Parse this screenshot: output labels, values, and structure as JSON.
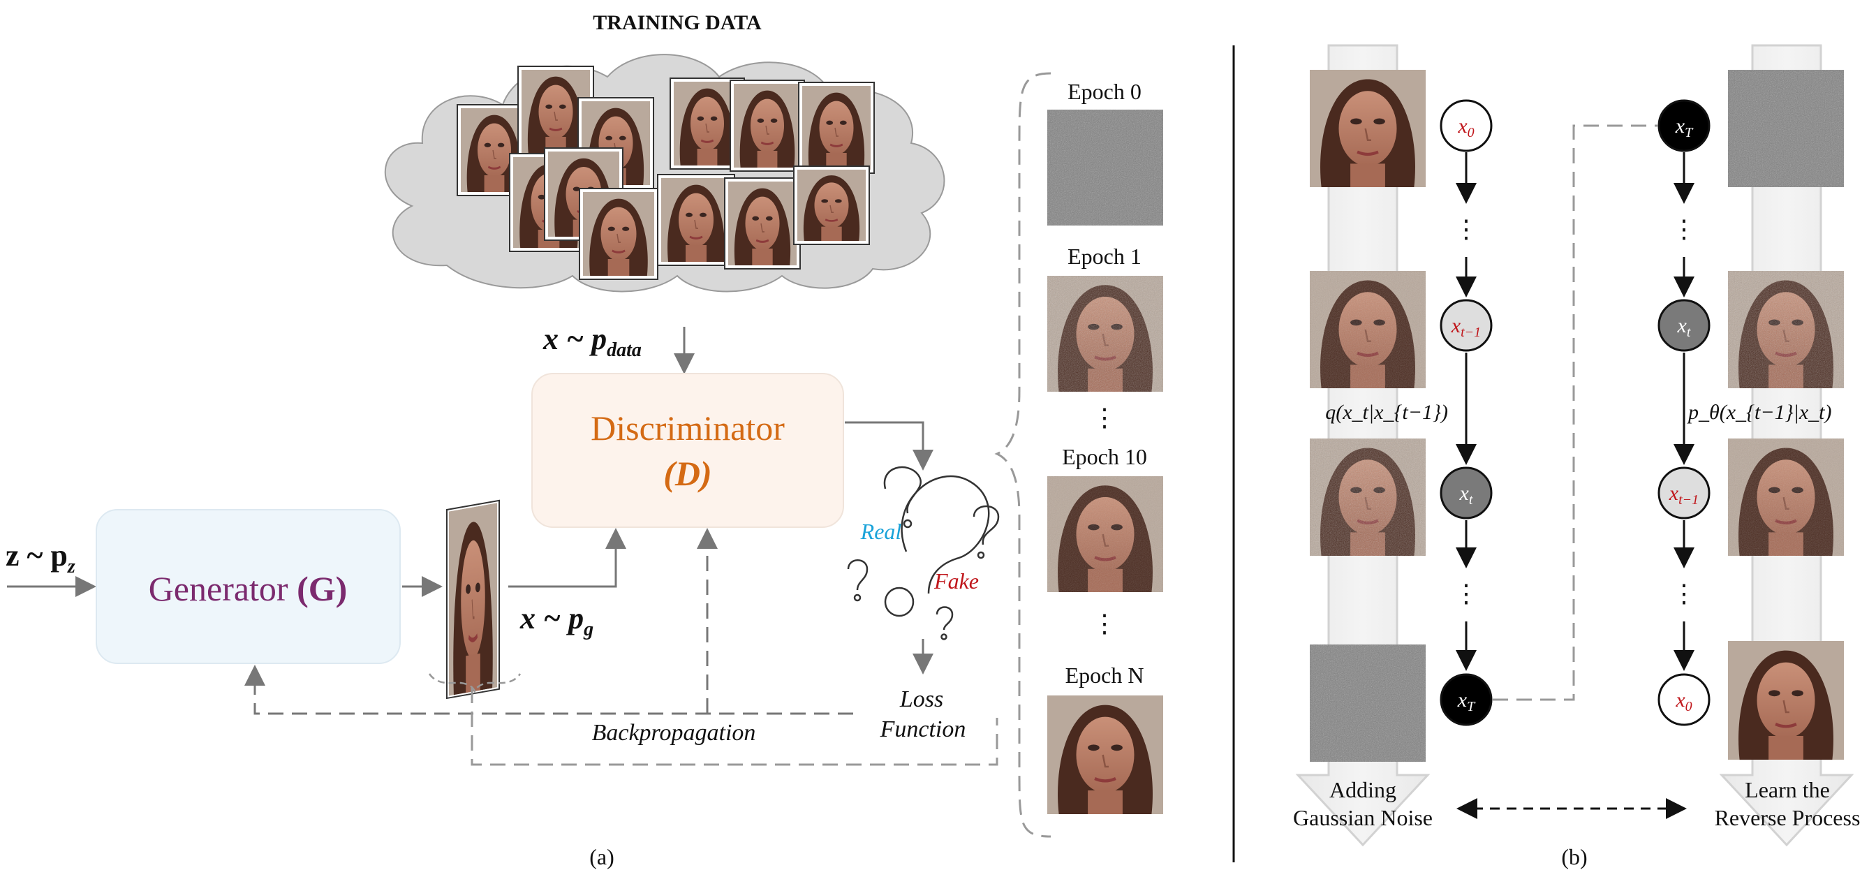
{
  "panel_a": {
    "training_title": "TRAINING DATA",
    "x_pdata": "x ~ p",
    "x_pdata_sub": "data",
    "z_pz": "z ~ p",
    "z_pz_sub": "z",
    "x_pg": "x ~ p",
    "x_pg_sub": "g",
    "generator_label": "Generator ",
    "generator_sym": "(G)",
    "discriminator_label": "Discriminator",
    "discriminator_sym": "(D)",
    "real_label": "Real",
    "fake_label": "Fake",
    "loss_line1": "Loss",
    "loss_line2": "Function",
    "backprop_label": "Backpropagation",
    "epochs": [
      "Epoch 0",
      "Epoch 1",
      "Epoch 10",
      "Epoch N"
    ],
    "ellipsis": "⋮",
    "caption": "(a)"
  },
  "panel_b": {
    "fwd_nodes": [
      {
        "base": "x",
        "sub": "0"
      },
      {
        "base": "x",
        "sub": "t−1"
      },
      {
        "base": "x",
        "sub": "t"
      },
      {
        "base": "x",
        "sub": "T"
      }
    ],
    "rev_nodes": [
      {
        "base": "x",
        "sub": "T"
      },
      {
        "base": "x",
        "sub": "t"
      },
      {
        "base": "x",
        "sub": "t−1"
      },
      {
        "base": "x",
        "sub": "0"
      }
    ],
    "q_label": "q(x_t|x_{t−1})",
    "p_label": "p_θ(x_{t−1}|x_t)",
    "adding_line1": "Adding",
    "adding_line2": "Gaussian Noise",
    "learn_line1": "Learn the",
    "learn_line2": "Reverse Process",
    "ellipsis": "⋮",
    "caption": "(b)"
  },
  "colors": {
    "generator_text": "#7b2a6e",
    "discriminator_text": "#d46a14",
    "real": "#1aa3d9",
    "fake": "#c0161b",
    "node_red": "#c0161b",
    "generator_box": "#eef6fb",
    "discriminator_box": "#fdf3ec"
  }
}
